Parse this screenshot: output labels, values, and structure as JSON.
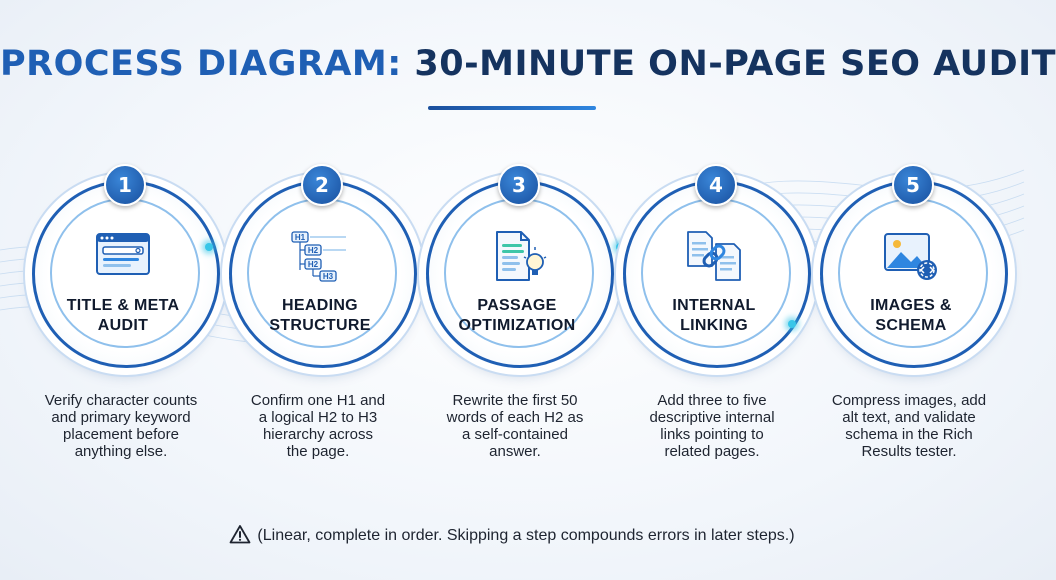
{
  "title": {
    "part1": "PROCESS DIAGRAM:",
    "part2": "30-MINUTE ON-PAGE SEO AUDIT"
  },
  "steps": [
    {
      "number": "1",
      "title_line1": "TITLE & META",
      "title_line2": "AUDIT",
      "icon": "browser-window-icon",
      "description": [
        "Verify character counts",
        "and primary keyword",
        "placement before",
        "anything else."
      ]
    },
    {
      "number": "2",
      "title_line1": "HEADING",
      "title_line2": "STRUCTURE",
      "icon": "heading-hierarchy-icon",
      "icon_labels": [
        "H1",
        "H2",
        "H2",
        "H3"
      ],
      "description": [
        "Confirm one H1 and",
        "a logical H2 to H3",
        "hierarchy across",
        "the page."
      ]
    },
    {
      "number": "3",
      "title_line1": "PASSAGE",
      "title_line2": "OPTIMIZATION",
      "icon": "document-lightbulb-icon",
      "description": [
        "Rewrite the first 50",
        "words of each H2 as",
        "a self-contained",
        "answer."
      ]
    },
    {
      "number": "4",
      "title_line1": "INTERNAL",
      "title_line2": "LINKING",
      "icon": "linked-documents-icon",
      "description": [
        "Add three to five",
        "descriptive internal",
        "links pointing to",
        "related pages."
      ]
    },
    {
      "number": "5",
      "title_line1": "IMAGES &",
      "title_line2": "SCHEMA",
      "icon": "image-code-icon",
      "description": [
        "Compress images, add",
        "alt text, and validate",
        "schema in the Rich",
        "Results tester."
      ]
    }
  ],
  "footnote": "(Linear, complete in order. Skipping a step compounds errors in later steps.)",
  "colors": {
    "primary": "#1f5fb4",
    "dark": "#15335f",
    "accent": "#38c6e8"
  }
}
